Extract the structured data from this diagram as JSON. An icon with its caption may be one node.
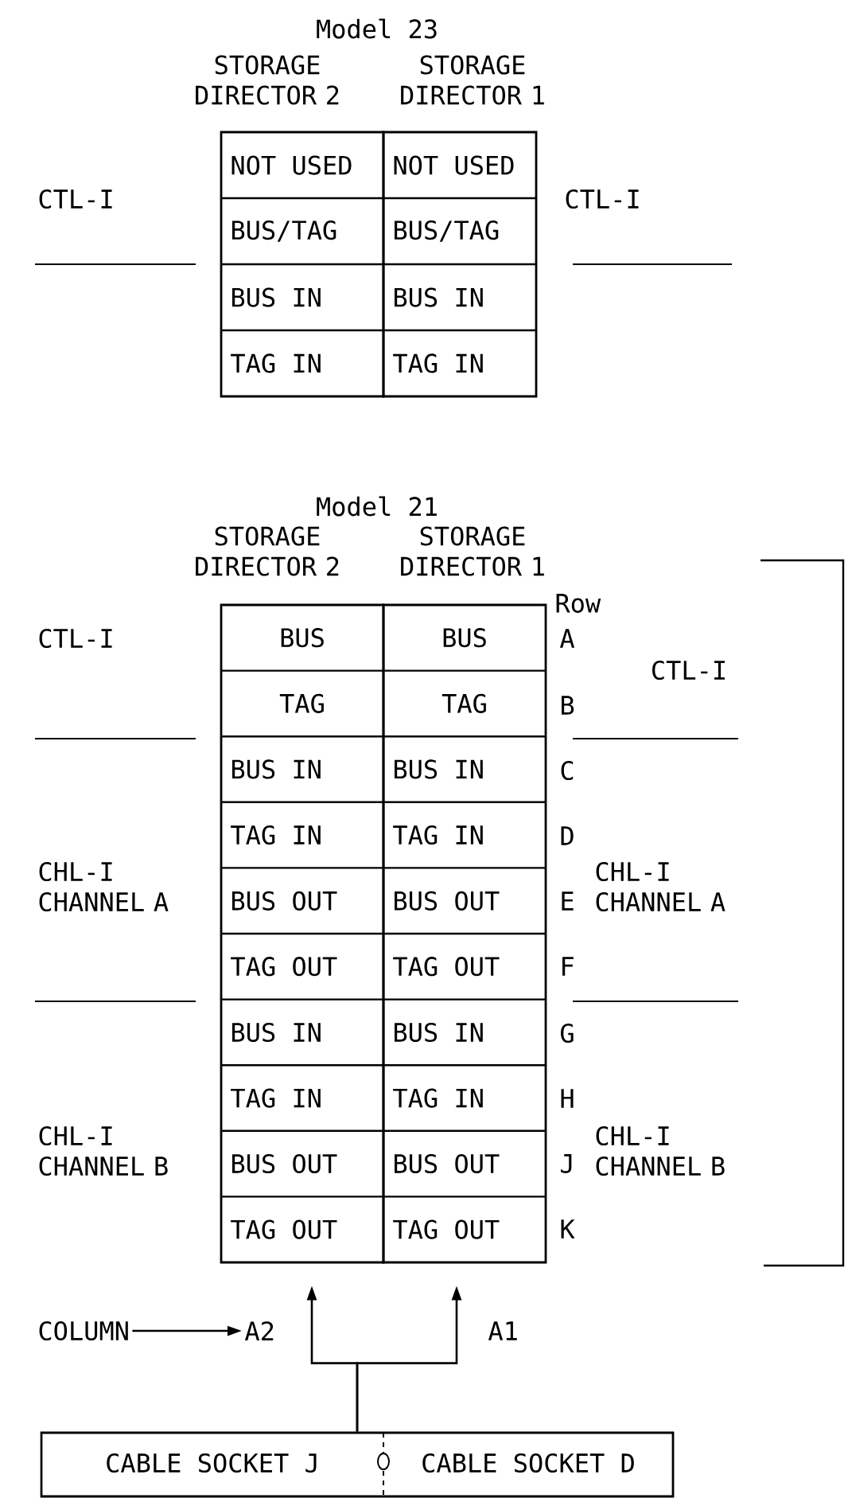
{
  "diagram": {
    "nodes": [
      {
        "text": [
          "STORAGE DIRECTOR 2",
          "NOT USED",
          "BUS/TAG",
          "BUS IN",
          "TAG IN"
        ]
      },
      {
        "text": [
          "STORAGE DIRECTOR 1",
          "NOT USED",
          "BUS/TAG",
          "BUS IN",
          "TAG IN"
        ]
      },
      {
        "text": [
          "STORAGE DIRECTOR 2",
          "BUS",
          "TAG",
          "BUS IN",
          "TAG IN",
          "BUS OUT",
          "TAG OUT",
          "BUS IN",
          "TAG IN",
          "BUS OUT",
          "TAG OUT"
        ]
      },
      {
        "text": [
          "STORAGE DIRECTOR 1",
          "BUS",
          "TAG",
          "BUS IN",
          "TAG IN",
          "BUS OUT",
          "TAG OUT",
          "BUS IN",
          "TAG IN",
          "BUS OUT",
          "TAG OUT"
        ]
      },
      {
        "text": [
          "COLUMN"
        ]
      },
      {
        "text": [
          "A2"
        ]
      },
      {
        "text": [
          "CABLE SOCKET J",
          "CABLE SOCKET D"
        ]
      }
    ],
    "edges": [
      {
        "from": 4,
        "to": 5,
        "arrow": "to"
      },
      {
        "from": 6,
        "to": 2,
        "arrow": "to"
      },
      {
        "from": 6,
        "to": 3,
        "arrow": "to"
      }
    ],
    "labels": [
      "Model 23",
      "CTL-I",
      "CTL-I",
      "Model 21",
      "Row",
      "A",
      "CTL-I",
      "CTL-I",
      "B",
      "C",
      "D",
      "CHL-I CHANNEL A",
      "E",
      "CHL-I CHANNEL A",
      "F",
      "G",
      "H",
      "CHL-I CHANNEL B",
      "J",
      "CHL-I CHANNEL B",
      "K",
      "A1"
    ]
  }
}
